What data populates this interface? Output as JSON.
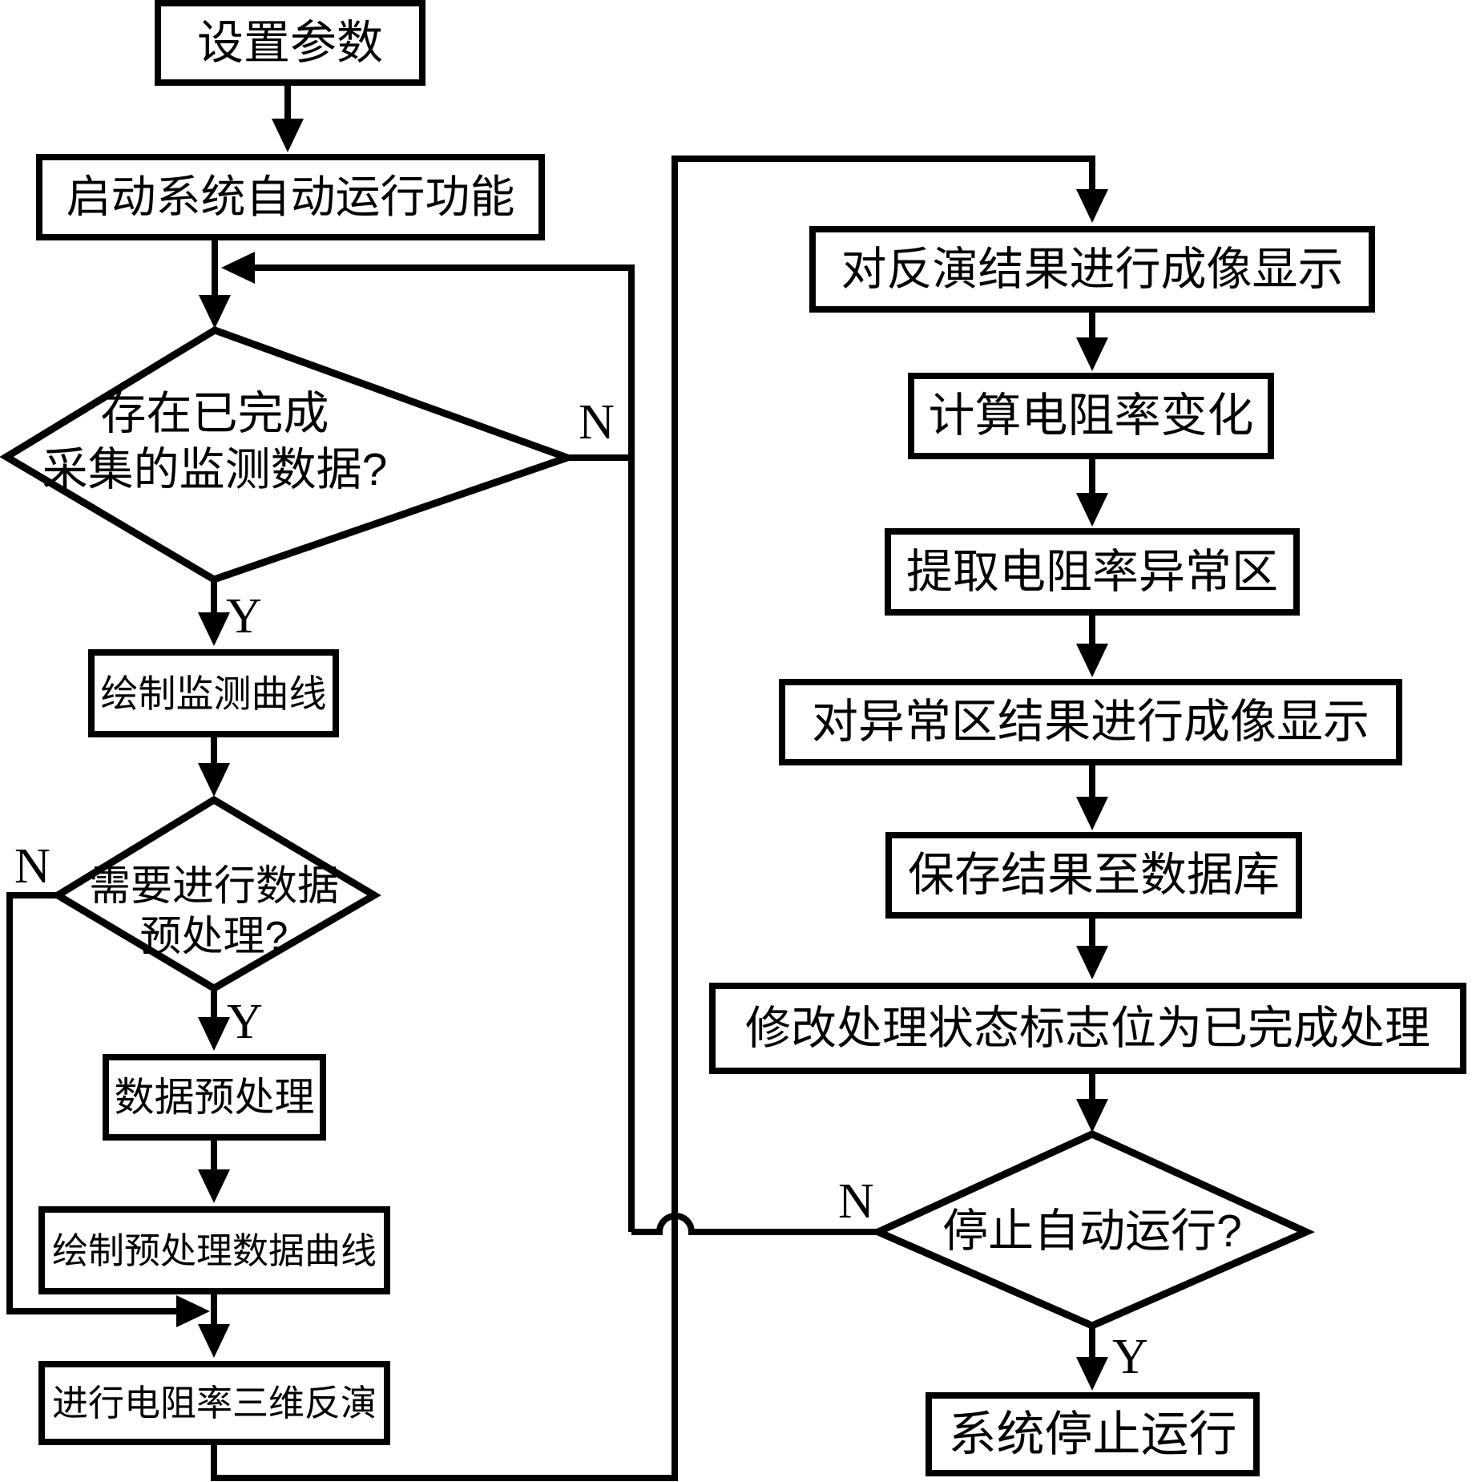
{
  "diagram": {
    "background_color": "#ffffff",
    "line_color": "#000000",
    "nodes": {
      "set_params": "设置参数",
      "start_auto": "启动系统自动运行功能",
      "has_data_q_line1": "存在已完成",
      "has_data_q_line2": "采集的监测数据?",
      "draw_monitor_curve": "绘制监测曲线",
      "need_preprocess_q_line1": "需要进行数据",
      "need_preprocess_q_line2": "预处理?",
      "preprocess": "数据预处理",
      "draw_preprocessed_curve": "绘制预处理数据曲线",
      "run_3d_inversion": "进行电阻率三维反演",
      "show_inversion_result": "对反演结果进行成像显示",
      "calc_resistivity_change": "计算电阻率变化",
      "extract_anomaly_zone": "提取电阻率异常区",
      "show_anomaly_result": "对异常区结果进行成像显示",
      "save_to_database": "保存结果至数据库",
      "set_processed_flag": "修改处理状态标志位为已完成处理",
      "stop_auto_q": "停止自动运行?",
      "system_stop": "系统停止运行"
    },
    "branch_labels": {
      "yes": "Y",
      "no": "N"
    }
  }
}
